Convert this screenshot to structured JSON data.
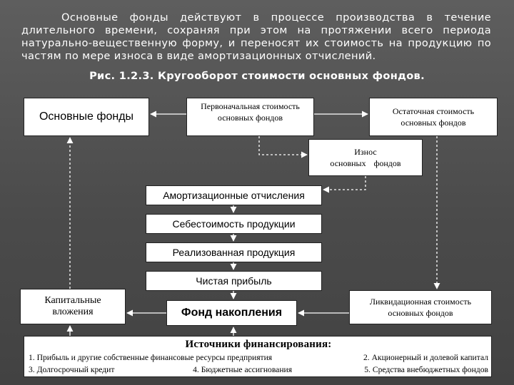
{
  "intro_text": "Основные фонды действуют в процессе производства в течение длительного времени, сохраняя при этом на протяжении всего периода натурально-вещественную форму, и переносят их стоимость на продукцию по частям по мере износа в виде амортизационных отчислений.",
  "figure_title": "Рис. 1.2.3. Кругооборот стоимости основных фондов.",
  "diagram": {
    "main_assets": "Основные фонды",
    "initial_cost": {
      "line1": "Первоначальная стоимость",
      "line2": "основных фондов"
    },
    "residual_cost": {
      "line1": "Остаточная стоимость",
      "line2": "основных фондов"
    },
    "wear": {
      "line1": "Износ",
      "line2": "основных фондов"
    },
    "amortization": "Амортизационные отчисления",
    "production_cost": "Себестоимость продукции",
    "sold_products": "Реализованная продукция",
    "net_profit": "Чистая прибыль",
    "capital_investment": {
      "line1": "Капитальные",
      "line2": "вложения"
    },
    "accumulation_fund": "Фонд накопления",
    "liquidation_value": {
      "line1": "Ликвидационная стоимость",
      "line2": "основных фондов"
    }
  },
  "sources": {
    "title": "Источники финансирования:",
    "item1": "1. Прибыль и другие собственные финансовые ресурсы предприятия",
    "item2": "2. Акционерный и долевой капитал",
    "item3": "3. Долгосрочный кредит",
    "item4": "4. Бюджетные ассигнования",
    "item5": "5. Средства внебюджетных фондов"
  }
}
